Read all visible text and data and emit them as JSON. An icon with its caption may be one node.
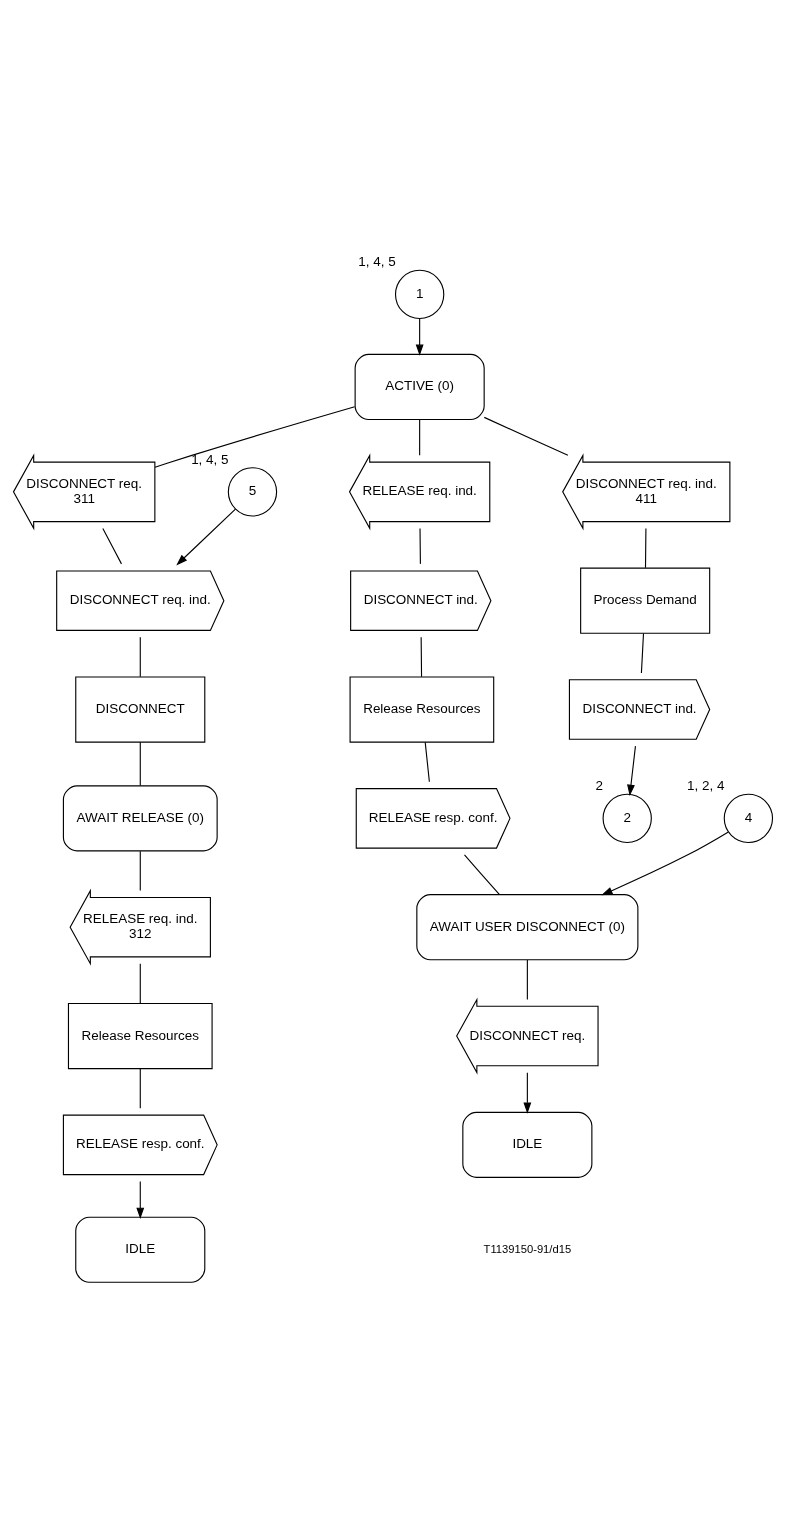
{
  "diagram": {
    "nodes": [
      {
        "text": [
          "1"
        ],
        "beside": [
          "1, 4, 5"
        ]
      },
      {
        "text": [
          "ACTIVE (0)"
        ]
      },
      {
        "text": [
          "DISCONNECT req.",
          "311"
        ]
      },
      {
        "text": [
          "RELEASE req. ind."
        ]
      },
      {
        "text": [
          "DISCONNECT req. ind.",
          "411"
        ]
      },
      {
        "text": [
          "5"
        ],
        "beside": [
          "1, 4, 5"
        ]
      },
      {
        "text": [
          "DISCONNECT req. ind."
        ]
      },
      {
        "text": [
          "DISCONNECT ind."
        ]
      },
      {
        "text": [
          "Process Demand"
        ]
      },
      {
        "text": [
          "DISCONNECT"
        ]
      },
      {
        "text": [
          "Release Resources"
        ]
      },
      {
        "text": [
          "DISCONNECT ind."
        ]
      },
      {
        "text": [
          "AWAIT RELEASE (0)"
        ]
      },
      {
        "text": [
          "RELEASE resp. conf."
        ]
      },
      {
        "text": [
          "2"
        ],
        "beside": [
          "2"
        ]
      },
      {
        "text": [
          "4"
        ],
        "beside": [
          "1, 2, 4"
        ]
      },
      {
        "text": [
          "RELEASE req. ind.",
          "312"
        ]
      },
      {
        "text": [
          "AWAIT USER DISCONNECT (0)"
        ]
      },
      {
        "text": [
          "Release Resources"
        ]
      },
      {
        "text": [
          "DISCONNECT req."
        ]
      },
      {
        "text": [
          "RELEASE resp. conf."
        ]
      },
      {
        "text": [
          "IDLE"
        ]
      },
      {
        "text": [
          "IDLE"
        ]
      }
    ],
    "edges": [
      {
        "from": 0,
        "to": 1,
        "arrow": "to"
      },
      {
        "from": 1,
        "to": 2,
        "arrow": "none"
      },
      {
        "from": 1,
        "to": 3,
        "arrow": "none"
      },
      {
        "from": 1,
        "to": 4,
        "arrow": "none"
      },
      {
        "from": 2,
        "to": 6,
        "arrow": "none"
      },
      {
        "from": 5,
        "to": 6,
        "arrow": "to"
      },
      {
        "from": 6,
        "to": 9,
        "arrow": "none"
      },
      {
        "from": 9,
        "to": 12,
        "arrow": "none"
      },
      {
        "from": 12,
        "to": 16,
        "arrow": "none"
      },
      {
        "from": 16,
        "to": 18,
        "arrow": "none"
      },
      {
        "from": 18,
        "to": 20,
        "arrow": "none"
      },
      {
        "from": 20,
        "to": 22,
        "arrow": "to"
      },
      {
        "from": 3,
        "to": 7,
        "arrow": "none"
      },
      {
        "from": 7,
        "to": 10,
        "arrow": "none"
      },
      {
        "from": 10,
        "to": 13,
        "arrow": "none"
      },
      {
        "from": 13,
        "to": 17,
        "arrow": "none"
      },
      {
        "from": 15,
        "to": 17,
        "arrow": "to"
      },
      {
        "from": 17,
        "to": 19,
        "arrow": "none"
      },
      {
        "from": 19,
        "to": 21,
        "arrow": "to"
      },
      {
        "from": 4,
        "to": 8,
        "arrow": "none"
      },
      {
        "from": 8,
        "to": 11,
        "arrow": "none"
      },
      {
        "from": 11,
        "to": 14,
        "arrow": "to"
      }
    ],
    "labels": [
      "T1139150-91/d15"
    ]
  }
}
